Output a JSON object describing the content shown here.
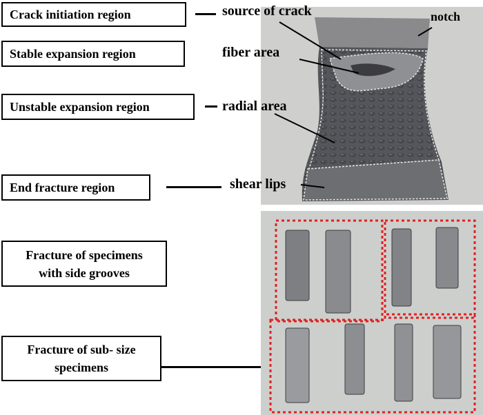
{
  "regions": {
    "crack_initiation": "Crack initiation region",
    "stable_expansion": "Stable expansion region",
    "unstable_expansion": "Unstable expansion region",
    "end_fracture": "End fracture region"
  },
  "fracture_features": {
    "source_of_crack": "source of crack",
    "notch": "notch",
    "fiber_area": "fiber area",
    "radial_area": "radial area",
    "shear_lips": "shear lips"
  },
  "specimen_groups": {
    "side_grooves": [
      "Fracture of specimens",
      "with side grooves"
    ],
    "sub_size": [
      "Fracture of sub- size",
      "specimens"
    ]
  },
  "colors": {
    "outline_dotted": "#e02020",
    "photo_background": "#cfcfcd",
    "fracture_surface": "#5a5a5e"
  }
}
